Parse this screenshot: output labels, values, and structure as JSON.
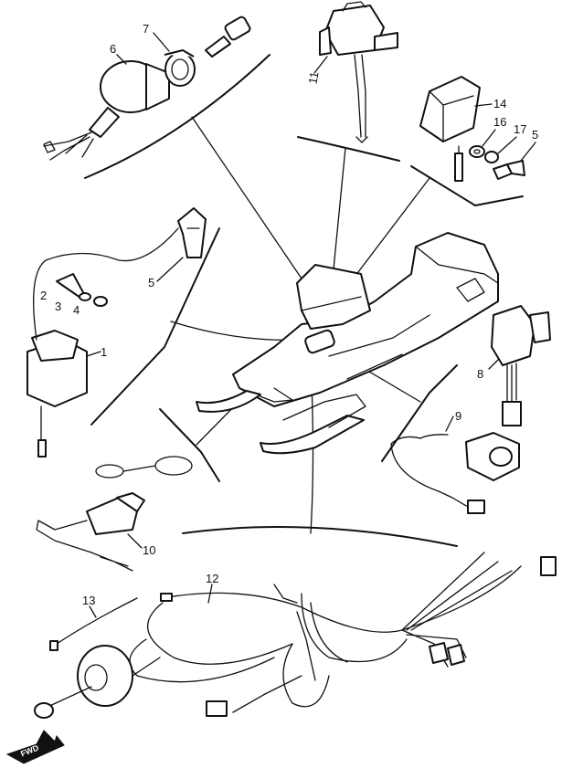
{
  "callouts": {
    "c1": "1",
    "c2": "2",
    "c3": "3",
    "c4": "4",
    "c5a": "5",
    "c5b": "5",
    "c6": "6",
    "c7": "7",
    "c8": "8",
    "c9": "9",
    "c10": "10",
    "c11": "11",
    "c12": "12",
    "c13": "13",
    "c14": "14",
    "c16": "16",
    "c17": "17"
  },
  "fwd_label": "FWD",
  "icons": [
    "snowmobile",
    "ignition-coil",
    "spark-plug-cap",
    "headlight",
    "ignition-key",
    "relay",
    "voltage-regulator",
    "bolt",
    "washer",
    "handlebar-switch",
    "pull-switch",
    "main-switch",
    "wire-harness",
    "magneto",
    "fwd-arrow"
  ]
}
